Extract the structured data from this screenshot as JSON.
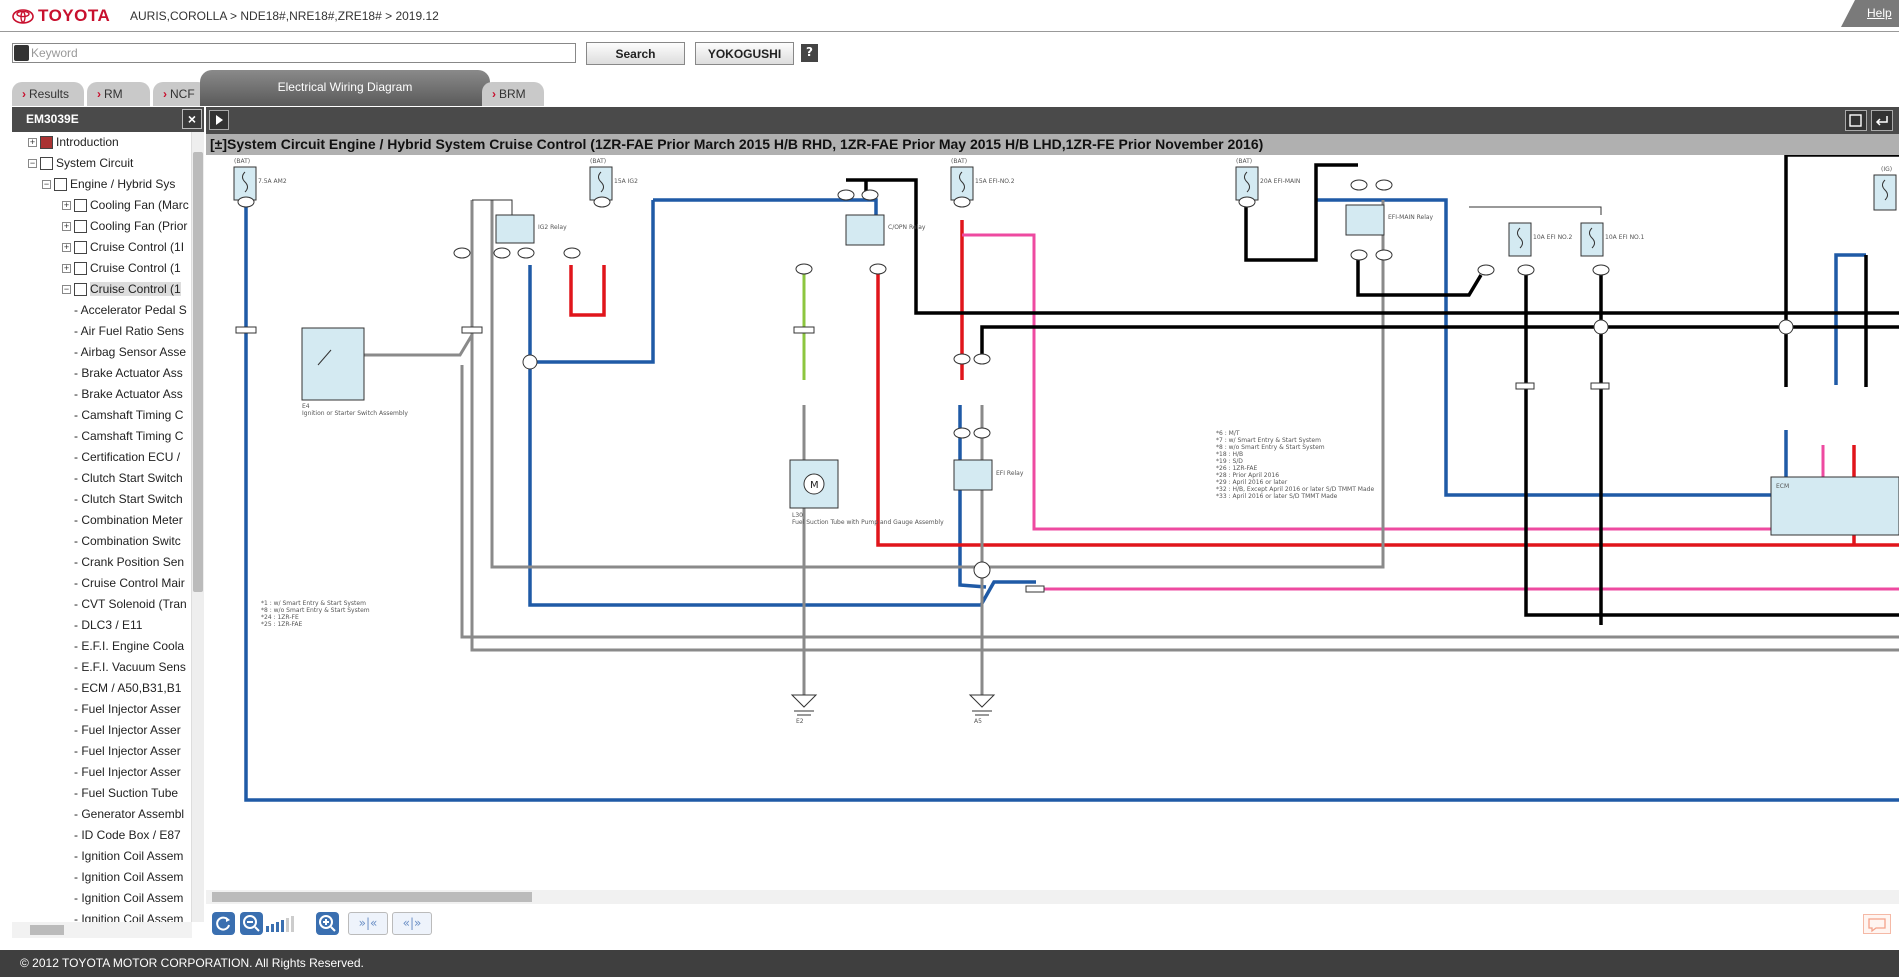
{
  "header": {
    "brand": "TOYOTA",
    "breadcrumb": "AURIS,COROLLA > NDE18#,NRE18#,ZRE18# > 2019.12",
    "help": "Help"
  },
  "search": {
    "placeholder": "Keyword",
    "search_label": "Search",
    "yokogushi_label": "YOKOGUSHI",
    "help_q": "?"
  },
  "tabs": [
    {
      "label": "Results"
    },
    {
      "label": "RM"
    },
    {
      "label": "NCF"
    },
    {
      "label": "Electrical Wiring Diagram"
    },
    {
      "label": "BRM"
    }
  ],
  "left_panel": {
    "title": "EM3039E",
    "close": "×"
  },
  "tree": {
    "level0": [
      {
        "label": "Introduction",
        "pm": "+"
      },
      {
        "label": "System Circuit",
        "pm": "−"
      }
    ],
    "level1": [
      {
        "label": "Engine / Hybrid Sys",
        "pm": "−"
      }
    ],
    "level2": [
      {
        "label": "Cooling Fan (Marc",
        "pm": "+"
      },
      {
        "label": "Cooling Fan (Prior",
        "pm": "+"
      },
      {
        "label": "Cruise Control (1I",
        "pm": "+"
      },
      {
        "label": "Cruise Control (1",
        "pm": "+"
      },
      {
        "label": "Cruise Control (1",
        "pm": "−"
      }
    ],
    "leaves": [
      "- Accelerator Pedal S",
      "- Air Fuel Ratio Sens",
      "- Airbag Sensor Asse",
      "- Brake Actuator Ass",
      "- Brake Actuator Ass",
      "- Camshaft Timing C",
      "- Camshaft Timing C",
      "- Certification ECU /",
      "- Clutch Start Switch",
      "- Clutch Start Switch",
      "- Combination Meter",
      "- Combination Switc",
      "- Crank Position Sen",
      "- Cruise Control Mair",
      "- CVT Solenoid (Tran",
      "- DLC3 / E11",
      "- E.F.I. Engine Coola",
      "- E.F.I. Vacuum Sens",
      "- ECM / A50,B31,B1",
      "- Fuel Injector Asser",
      "- Fuel Injector Asser",
      "- Fuel Injector Asser",
      "- Fuel Injector Asser",
      "- Fuel Suction Tube",
      "- Generator Assembl",
      "- ID Code Box / E87",
      "- Ignition Coil Assem",
      "- Ignition Coil Assem",
      "- Ignition Coil Assem",
      "- Ignition Coil Assem"
    ]
  },
  "diagram": {
    "title": "[±]System Circuit  Engine / Hybrid System  Cruise Control (1ZR-FAE Prior March 2015 H/B RHD, 1ZR-FAE Prior May 2015 H/B LHD,1ZR-FE Prior November 2016)",
    "labels": {
      "fuse1": "(BAT)",
      "fuse1b": "7.5A AM2",
      "fuse2": "(BAT)",
      "fuse2b": "15A IG2",
      "fuse3": "(BAT)",
      "fuse3b": "15A EFI-NO.2",
      "fuse4": "(BAT)",
      "fuse4b": "20A EFI-MAIN",
      "fuse5": "10A EFI NO.2",
      "fuse6": "10A EFI NO.1",
      "fuse7": "(IG)",
      "relay1": "IG2 Relay",
      "relay2": "C/OPN Relay",
      "relay3": "EFI-MAIN Relay",
      "relay4": "EFI Relay",
      "ign": "Ignition or Starter Switch Assembly",
      "ign_id": "E4",
      "pump": "Fuel Suction Tube with Pump and Gauge Assembly",
      "pump_id": "L30",
      "pump_m": "M",
      "ecm": "ECM",
      "g1": "E2",
      "g2": "A5",
      "notes1": [
        "*1 : w/ Smart Entry & Start System",
        "*8 : w/o Smart Entry & Start System",
        "*24 : 1ZR-FE",
        "*25 : 1ZR-FAE"
      ],
      "notes2": [
        "*6 : M/T",
        "*7 : w/ Smart Entry & Start System",
        "*8 : w/o Smart Entry & Start System",
        "*18 : H/B",
        "*19 : S/D",
        "*26 : 1ZR-FAE",
        "*28 : Prior April 2016",
        "*29 : April 2016 or later",
        "*32 : H/B, Except April 2016 or later S/D TMMT Made",
        "*33 : April 2016 or later S/D TMMT Made"
      ]
    }
  },
  "footer": {
    "copyright": "© 2012 TOYOTA MOTOR CORPORATION. All Rights Reserved."
  },
  "colors": {
    "blue": "#1f5aa6",
    "red": "#e0151b",
    "pink": "#ee4aa0",
    "green": "#8cc63f",
    "gray": "#8a8a8a",
    "black": "#000000"
  }
}
